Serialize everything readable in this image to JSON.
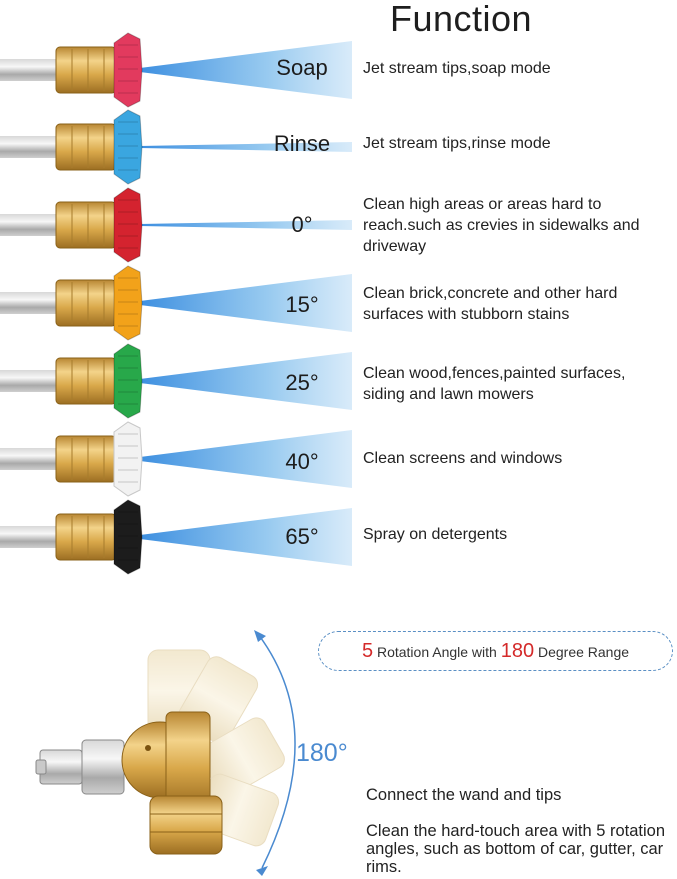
{
  "title": "Function",
  "tips": [
    {
      "label": "Soap",
      "cap_color": "#e23a5e",
      "description": "Jet stream tips,soap mode"
    },
    {
      "label": "Rinse",
      "cap_color": "#3aa6e0",
      "description": "Jet stream tips,rinse mode"
    },
    {
      "label": "0°",
      "cap_color": "#d4232f",
      "description": "Clean high areas or areas hard to reach.such as crevies in sidewalks and driveway"
    },
    {
      "label": "15°",
      "cap_color": "#f2a21a",
      "description": "Clean brick,concrete and other hard surfaces with stubborn stains"
    },
    {
      "label": "25°",
      "cap_color": "#28a84a",
      "description": "Clean wood,fences,painted surfaces, siding and lawn mowers"
    },
    {
      "label": "40°",
      "cap_color": "#f2f2f2",
      "description": "Clean screens and windows"
    },
    {
      "label": "65°",
      "cap_color": "#1c1c1c",
      "description": "Spray on detergents"
    }
  ],
  "rotation_badge": {
    "count": "5",
    "text_1": " Rotation Angle with ",
    "range": "180",
    "text_2": " Degree Range"
  },
  "rotation_degrees": "180°",
  "connect_text": "Connect the wand and tips",
  "clean_text": "Clean the hard-touch area with 5 rotation angles, such as bottom of car, gutter, car rims.",
  "colors": {
    "spray": "#8cc4ee",
    "brass": "#d9a84a",
    "accent_blue": "#4a8ad0",
    "accent_red": "#d42a2a"
  }
}
